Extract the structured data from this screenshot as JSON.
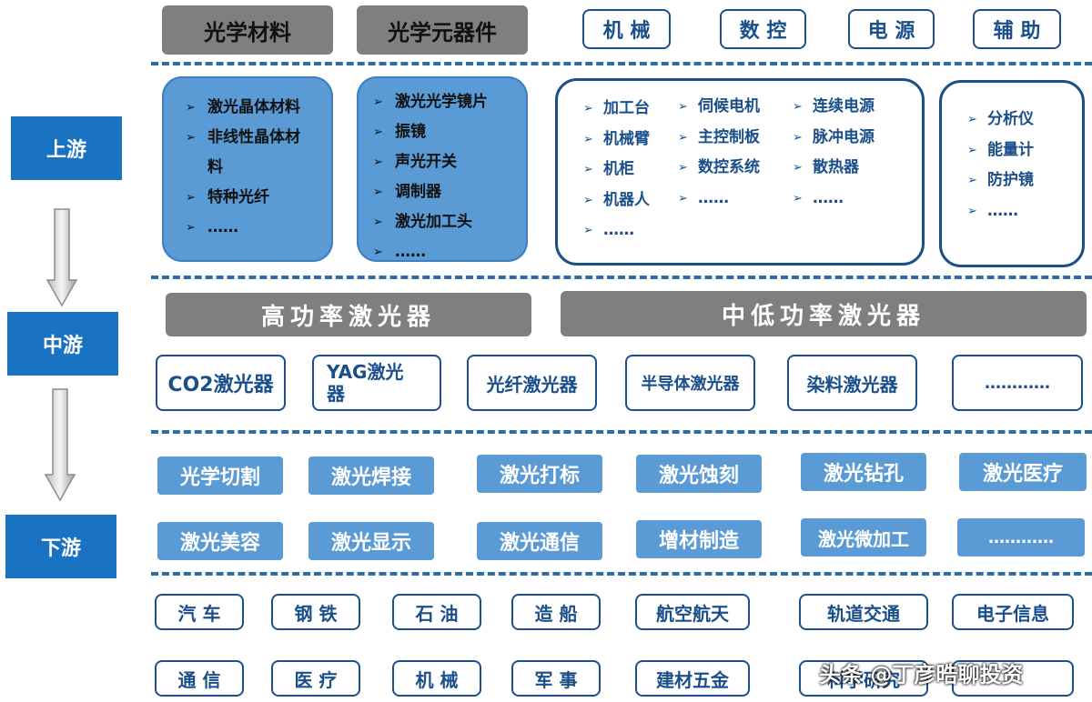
{
  "stages": {
    "upstream": "上游",
    "midstream": "中游",
    "downstream": "下游"
  },
  "upstream": {
    "grey_headers": [
      "光学材料",
      "光学元器件"
    ],
    "outline_headers": [
      "机 械",
      "数 控",
      "电 源",
      "辅 助"
    ],
    "optical_materials": [
      "激光晶体材料",
      "非线性晶体材",
      "料",
      "特种光纤",
      "……"
    ],
    "optical_components": [
      "激光光学镜片",
      "振镜",
      "声光开关",
      "调制器",
      "激光加工头",
      "……"
    ],
    "mech_col": [
      "加工台",
      "机械臂",
      "机柜",
      "机器人",
      "……"
    ],
    "cnc_col": [
      "伺候电机",
      "主控制板",
      "数控系统",
      "……"
    ],
    "power_col": [
      "连续电源",
      "脉冲电源",
      "散热器",
      "……"
    ],
    "aux_col": [
      "分析仪",
      "能量计",
      "防护镜",
      "……"
    ]
  },
  "midstream": {
    "high_power": "高功率激光器",
    "mid_low_power": "中低功率激光器",
    "lasers": [
      "CO2激光器",
      "YAG激光器",
      "光纤激光器",
      "半导体激光器",
      "染料激光器",
      "…………"
    ]
  },
  "downstream": {
    "applications_row1": [
      "光学切割",
      "激光焊接",
      "激光打标",
      "激光蚀刻",
      "激光钻孔",
      "激光医疗"
    ],
    "applications_row2": [
      "激光美容",
      "激光显示",
      "激光通信",
      "增材制造",
      "激光微加工",
      "…………"
    ],
    "industries_row1": [
      "汽 车",
      "钢 铁",
      "石 油",
      "造 船",
      "航空航天",
      "轨道交通",
      "电子信息"
    ],
    "industries_row2": [
      "通 信",
      "医 疗",
      "机 械",
      "军 事",
      "建材五金",
      "科学研究",
      ""
    ]
  },
  "watermark": "头条 @丁彦晧聊投资",
  "colors": {
    "stage_blue": "#1a73c2",
    "panel_blue": "#5b9bd5",
    "outline_navy": "#1a4f8a",
    "grey": "#7f7f7f",
    "dash": "#2e6da4"
  }
}
